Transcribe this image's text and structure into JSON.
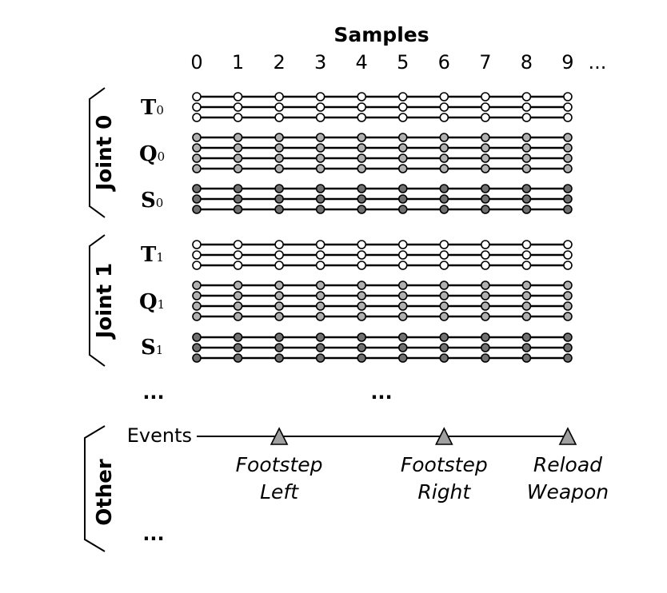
{
  "header": {
    "title": "Samples",
    "sample_indices": [
      "0",
      "1",
      "2",
      "3",
      "4",
      "5",
      "6",
      "7",
      "8",
      "9"
    ],
    "more_indicator": "..."
  },
  "joints": [
    {
      "label": "Joint 0",
      "tracks": [
        {
          "letter": "T",
          "sub": "0",
          "count": 3,
          "fill": "#ffffff"
        },
        {
          "letter": "Q",
          "sub": "0",
          "count": 4,
          "fill": "#b0b0b0"
        },
        {
          "letter": "S",
          "sub": "0",
          "count": 3,
          "fill": "#707070"
        }
      ]
    },
    {
      "label": "Joint 1",
      "tracks": [
        {
          "letter": "T",
          "sub": "1",
          "count": 3,
          "fill": "#ffffff"
        },
        {
          "letter": "Q",
          "sub": "1",
          "count": 4,
          "fill": "#b0b0b0"
        },
        {
          "letter": "S",
          "sub": "1",
          "count": 3,
          "fill": "#707070"
        }
      ]
    }
  ],
  "ellipsis_left": "...",
  "ellipsis_center": "...",
  "other": {
    "label": "Other",
    "events_label": "Events",
    "events": [
      {
        "sample": 2,
        "line1": "Footstep",
        "line2": "Left"
      },
      {
        "sample": 6,
        "line1": "Footstep",
        "line2": "Right"
      },
      {
        "sample": 9,
        "line1": "Reload",
        "line2": "Weapon"
      }
    ],
    "ellipsis": "..."
  },
  "colors": {
    "line": "#000000",
    "marker_stroke": "#000000",
    "event_marker": "#a0a0a0"
  }
}
